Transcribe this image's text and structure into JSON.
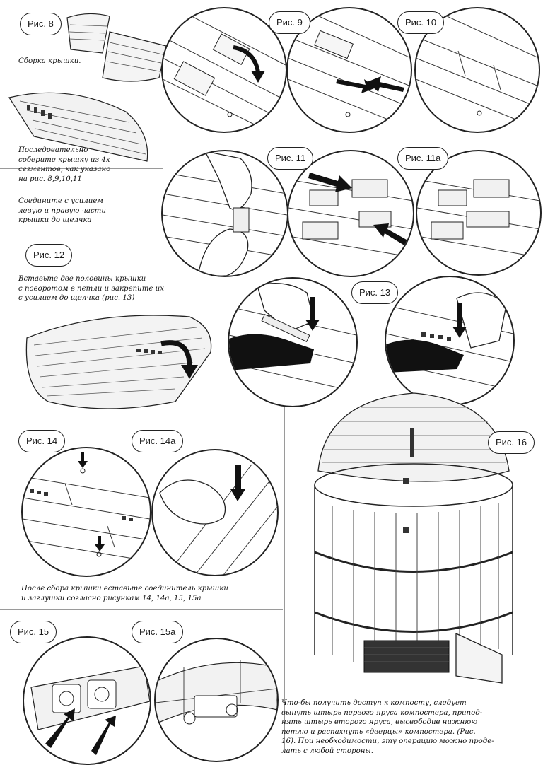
{
  "figures": {
    "fig8": "Рис. 8",
    "fig9": "Рис. 9",
    "fig10": "Рис. 10",
    "fig11": "Рис. 11",
    "fig11a": "Рис. 11а",
    "fig12": "Рис. 12",
    "fig13": "Рис. 13",
    "fig14": "Рис. 14",
    "fig14a": "Рис. 14а",
    "fig15": "Рис. 15",
    "fig15a": "Рис. 15а",
    "fig16": "Рис. 16"
  },
  "captions": {
    "lid_assembly": "Сборка крышки.",
    "sequential": [
      "Последовательно",
      "соберите крышку из 4х",
      "сегментов, как указано",
      "на рис. 8,9,10,11"
    ],
    "connect": [
      "Соедините с усилием",
      "левую и правую части",
      "крышки до щелчка"
    ],
    "insert_halves": [
      "Вставьте две половины крышки",
      "с поворотом в петли и закрепите их",
      "с усилием до щелчка (рис. 13)"
    ],
    "after_assembly": [
      "После сбора крышки вставьте соединитель крышки",
      "и заглушки согласно рисункам 14, 14а, 15, 15а"
    ],
    "access": [
      "Что-бы получить доступ к компосту, следует",
      "вынуть штырь первого яруса компостера, припод-",
      "нять штырь второго яруса, высвободив нижнюю",
      "петлю и распахнуть «дверцы» компостера. (Рис.",
      "16). При необходимости, эту операцию можно проде-",
      "лать с любой стороны."
    ]
  }
}
